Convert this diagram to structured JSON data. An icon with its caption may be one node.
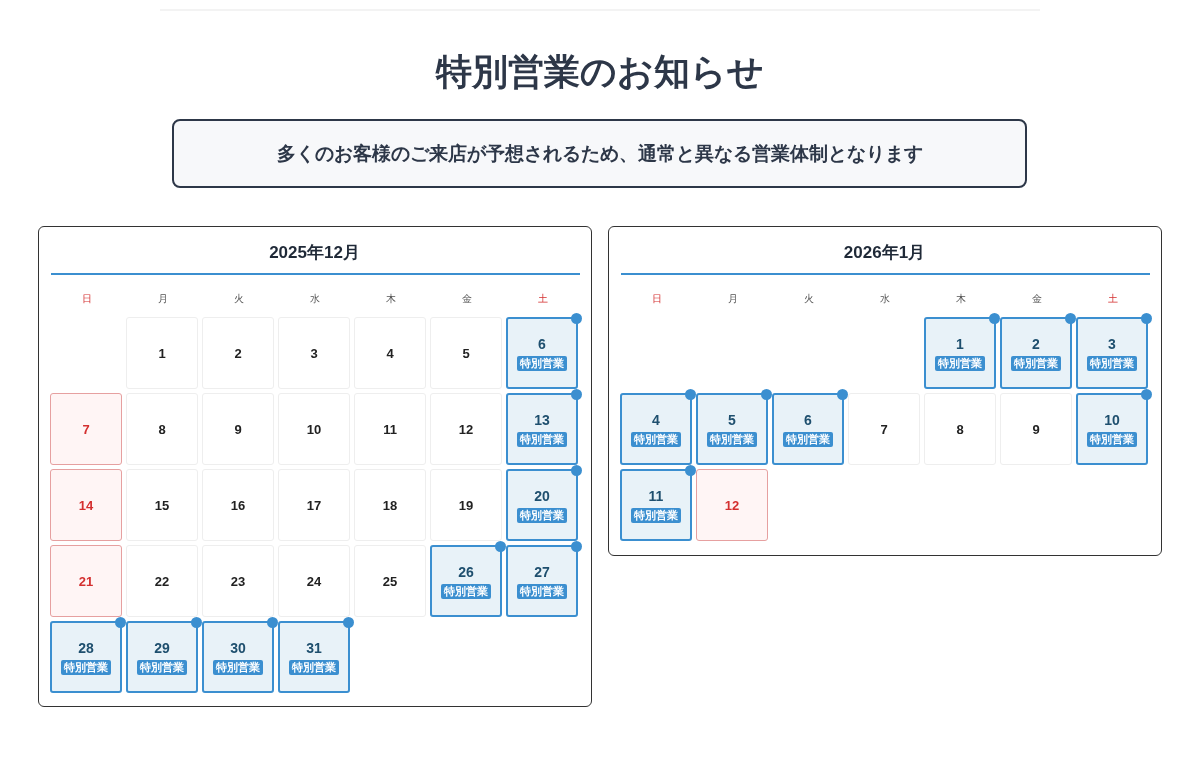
{
  "diagram": {
    "title": "特別営業のお知らせ",
    "nodes": [
      {
        "text": [
          "多くのお客様のご来店が予想されるため、通常と異なる営業体制となります"
        ]
      },
      {
        "text": [
          "2025年12月"
        ]
      },
      {
        "text": [
          "1"
        ],
        "in": 1
      },
      {
        "text": [
          "2"
        ],
        "in": 1
      },
      {
        "text": [
          "3"
        ],
        "in": 1
      },
      {
        "text": [
          "4"
        ],
        "in": 1
      },
      {
        "text": [
          "5"
        ],
        "in": 1
      },
      {
        "text": [
          "6",
          "特別営業"
        ],
        "in": 1
      },
      {
        "text": [
          "7"
        ],
        "in": 1
      },
      {
        "text": [
          "8"
        ],
        "in": 1
      },
      {
        "text": [
          "9"
        ],
        "in": 1
      },
      {
        "text": [
          "10"
        ],
        "in": 1
      },
      {
        "text": [
          "11"
        ],
        "in": 1
      },
      {
        "text": [
          "12"
        ],
        "in": 1
      },
      {
        "text": [
          "13",
          "特別営業"
        ],
        "in": 1
      },
      {
        "text": [
          "14"
        ],
        "in": 1
      },
      {
        "text": [
          "15"
        ],
        "in": 1
      },
      {
        "text": [
          "16"
        ],
        "in": 1
      },
      {
        "text": [
          "17"
        ],
        "in": 1
      },
      {
        "text": [
          "18"
        ],
        "in": 1
      },
      {
        "text": [
          "19"
        ],
        "in": 1
      },
      {
        "text": [
          "20",
          "特別営業"
        ],
        "in": 1
      },
      {
        "text": [
          "21"
        ],
        "in": 1
      },
      {
        "text": [
          "22"
        ],
        "in": 1
      },
      {
        "text": [
          "23"
        ],
        "in": 1
      },
      {
        "text": [
          "24"
        ],
        "in": 1
      },
      {
        "text": [
          "25"
        ],
        "in": 1
      },
      {
        "text": [
          "26",
          "特別営業"
        ],
        "in": 1
      },
      {
        "text": [
          "27",
          "特別営業"
        ],
        "in": 1
      },
      {
        "text": [
          "28",
          "特別営業"
        ],
        "in": 1
      },
      {
        "text": [
          "29",
          "特別営業"
        ],
        "in": 1
      },
      {
        "text": [
          "30",
          "特別営業"
        ],
        "in": 1
      },
      {
        "text": [
          "31",
          "特別営業"
        ],
        "in": 1
      },
      {
        "text": [
          "2026年1月"
        ]
      },
      {
        "text": [
          "1",
          "特別営業"
        ],
        "in": 33
      },
      {
        "text": [
          "2",
          "特別営業"
        ],
        "in": 33
      },
      {
        "text": [
          "3",
          "特別営業"
        ],
        "in": 33
      },
      {
        "text": [
          "4",
          "特別営業"
        ],
        "in": 33
      },
      {
        "text": [
          "5",
          "特別営業"
        ],
        "in": 33
      },
      {
        "text": [
          "6",
          "特別営業"
        ],
        "in": 33
      },
      {
        "text": [
          "7"
        ],
        "in": 33
      },
      {
        "text": [
          "8"
        ],
        "in": 33
      },
      {
        "text": [
          "9"
        ],
        "in": 33
      },
      {
        "text": [
          "10",
          "特別営業"
        ],
        "in": 33
      },
      {
        "text": [
          "11",
          "特別営業"
        ],
        "in": 33
      },
      {
        "text": [
          "12"
        ],
        "in": 33
      }
    ],
    "labels": [
      "日",
      "月",
      "火",
      "水",
      "木",
      "金",
      "土",
      "日",
      "月",
      "火",
      "水",
      "木",
      "金",
      "土"
    ]
  }
}
